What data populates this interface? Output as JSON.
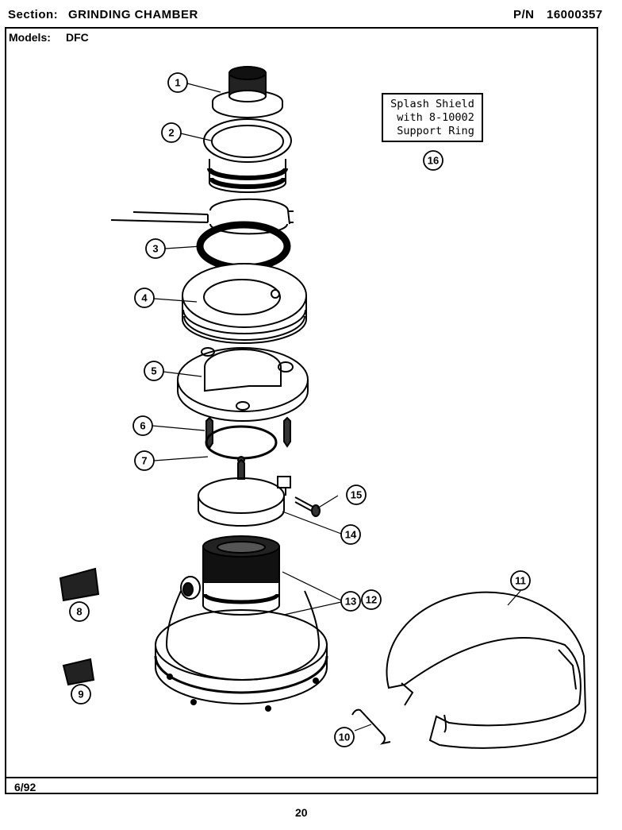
{
  "header": {
    "section_label": "Section:",
    "section_value": "GRINDING CHAMBER",
    "pn_label": "P/N",
    "pn_value": "16000357",
    "models_label": "Models:",
    "models_value": "DFC"
  },
  "note": {
    "lines": [
      "Splash Shield",
      " with 8-10002",
      " Support Ring"
    ]
  },
  "callouts": [
    "1",
    "2",
    "3",
    "4",
    "5",
    "6",
    "7",
    "8",
    "9",
    "10",
    "11",
    "12",
    "13",
    "14",
    "15",
    "16"
  ],
  "footer": {
    "date": "6/92",
    "page": "20"
  }
}
